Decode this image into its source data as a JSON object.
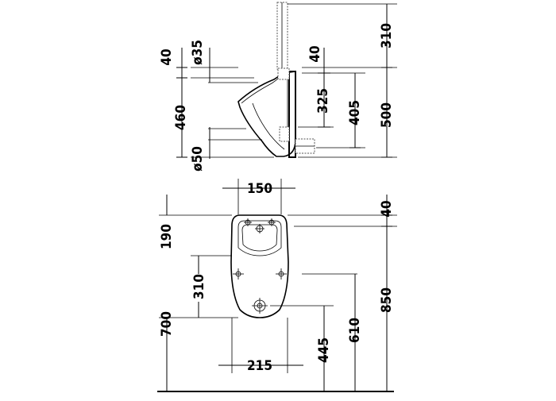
{
  "side_view": {
    "dims": {
      "top_offset_left": "40",
      "inlet_diameter": "ø35",
      "height_left": "460",
      "outlet_diameter": "ø50",
      "top_offset_right": "40",
      "inlet_height": "325",
      "outlet_height": "405",
      "total_height": "500",
      "pipe_height": "310"
    }
  },
  "front_view": {
    "dims": {
      "top_width": "150",
      "rim_height": "190",
      "mount_height": "310",
      "floor_to_bottom": "700",
      "bottom_width": "215",
      "floor_to_outlet": "445",
      "floor_to_mount": "610",
      "floor_to_top": "850",
      "top_offset": "40"
    }
  }
}
